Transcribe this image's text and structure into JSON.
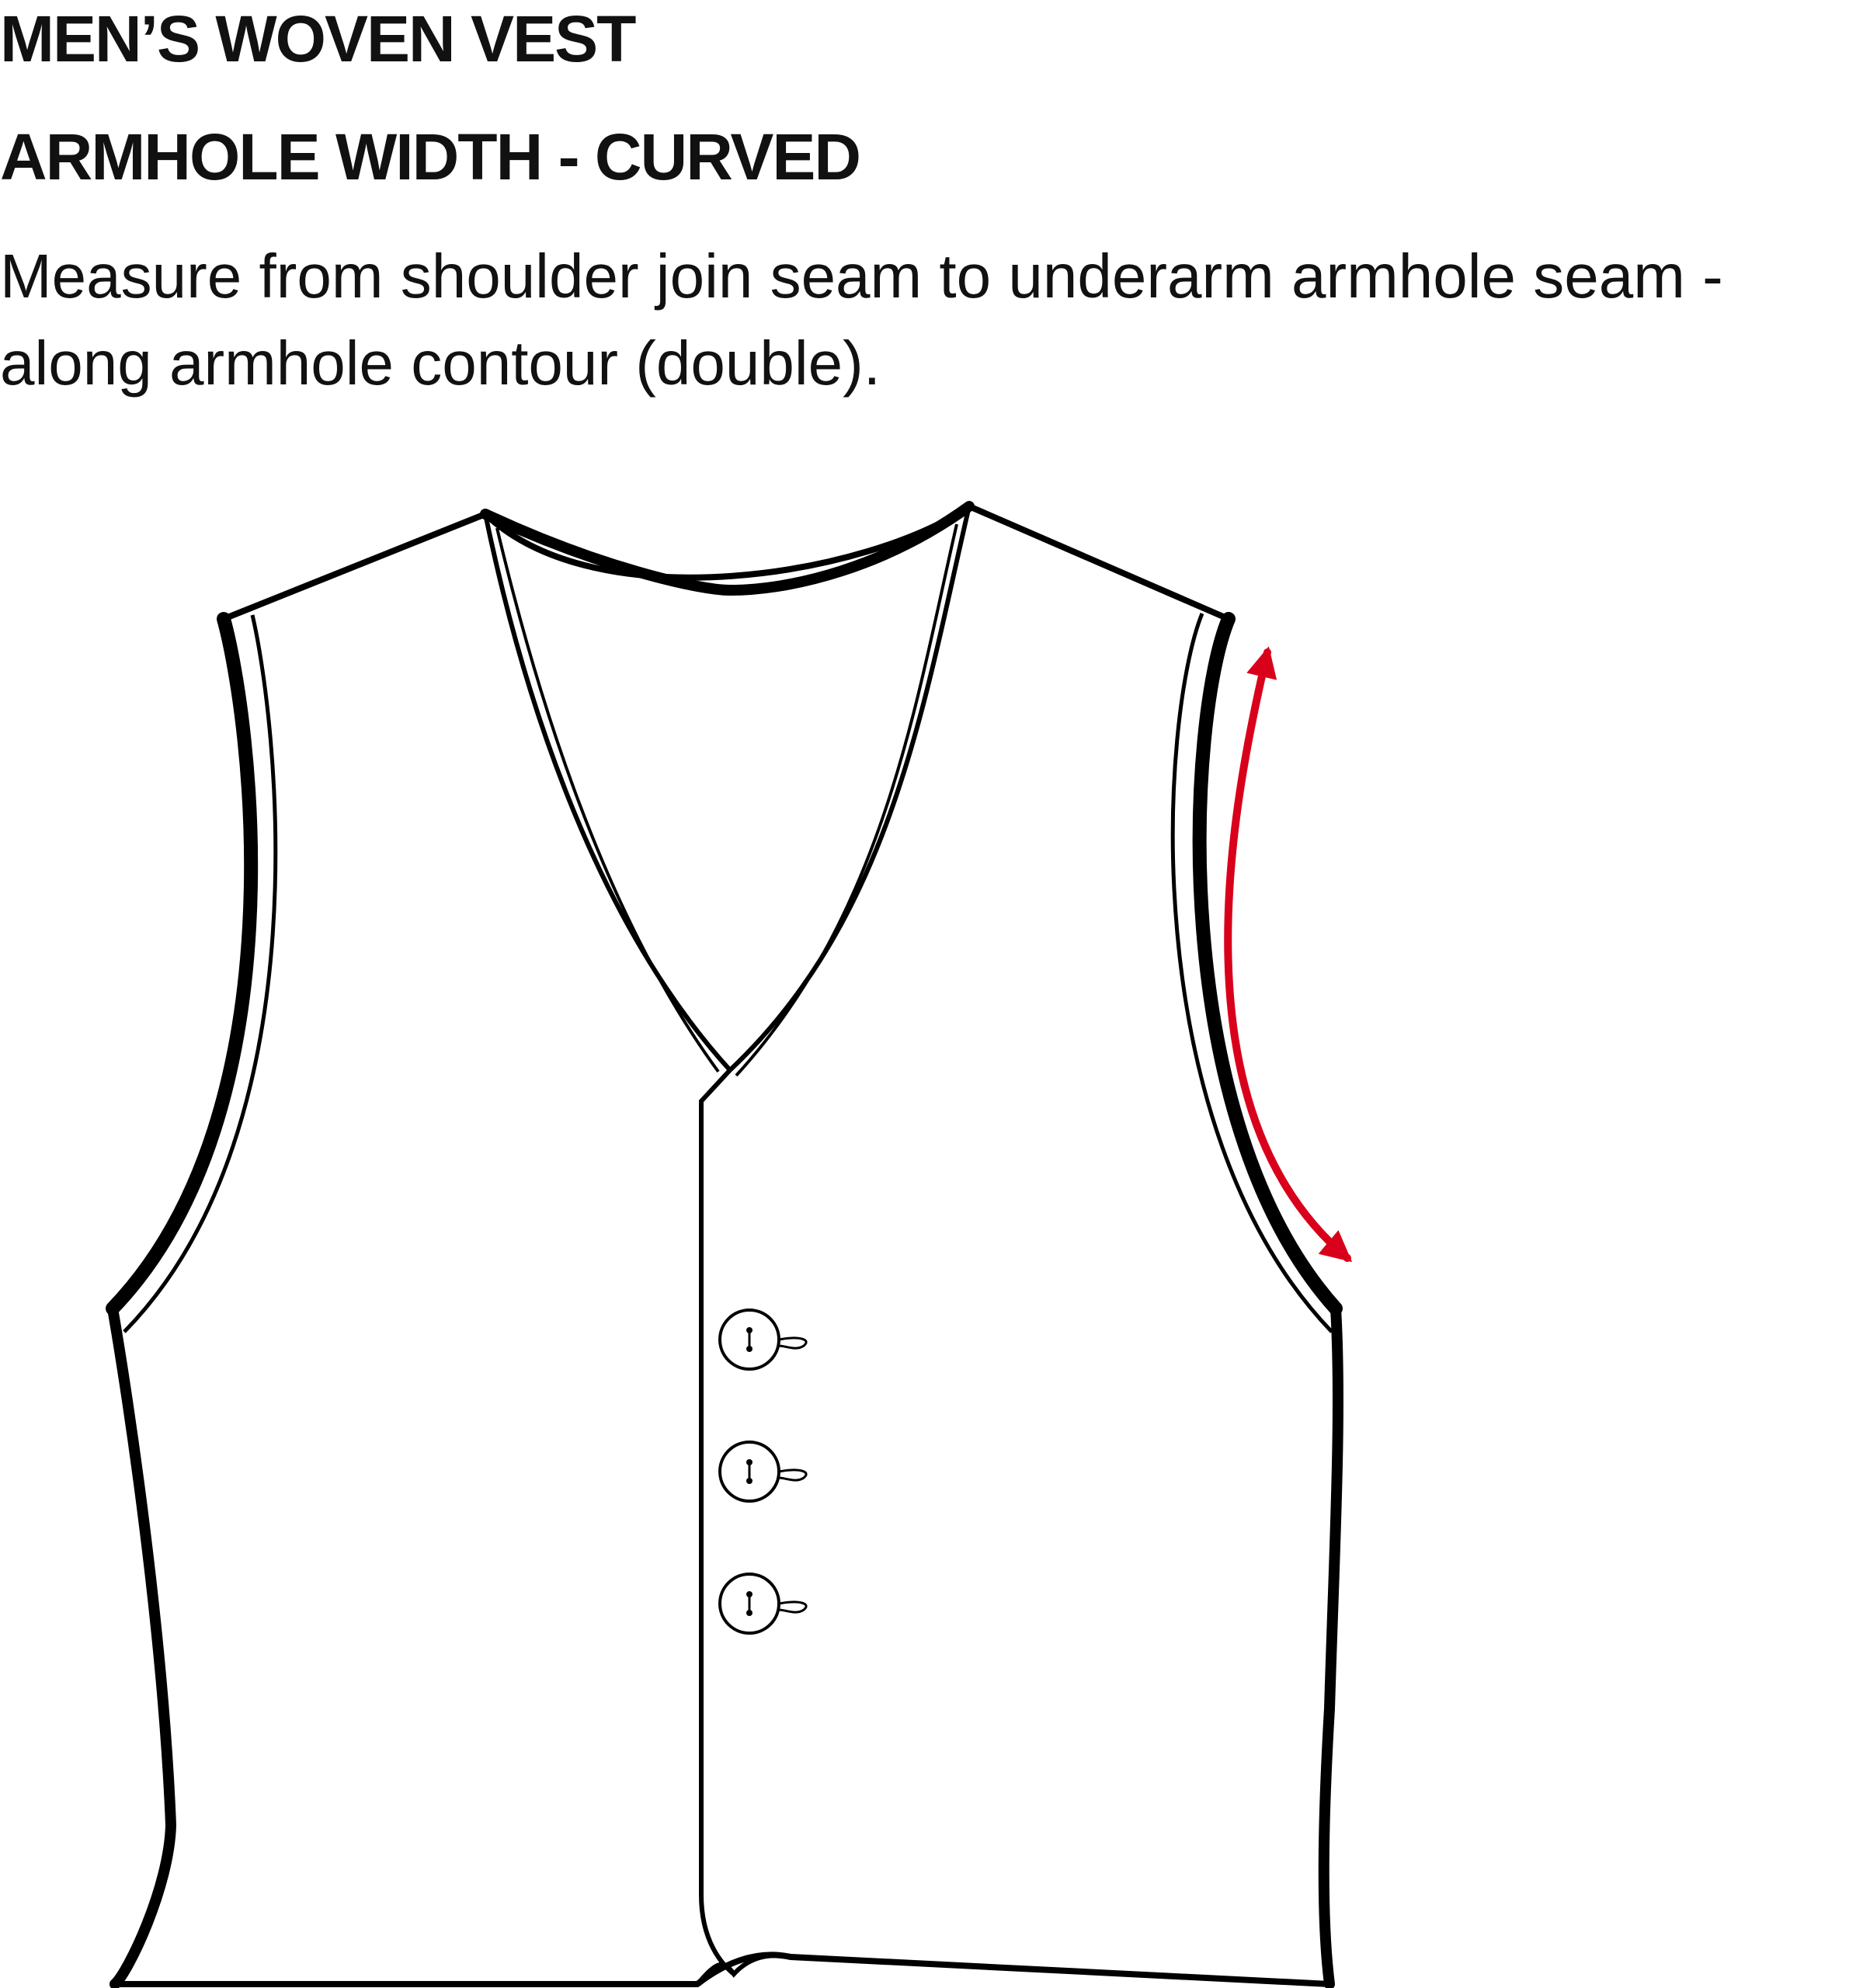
{
  "header": {
    "title": "MEN’S WOVEN VEST",
    "subtitle": "ARMHOLE WIDTH - CURVED"
  },
  "instructions": {
    "line1": "Measure from shoulder join seam to underarm armhole seam -",
    "line2": "along armhole contour (double)."
  },
  "illustration": {
    "garment": "vest-front",
    "button_count": 3,
    "measure_arrow_color": "#d9001b",
    "outline_color": "#000000"
  }
}
